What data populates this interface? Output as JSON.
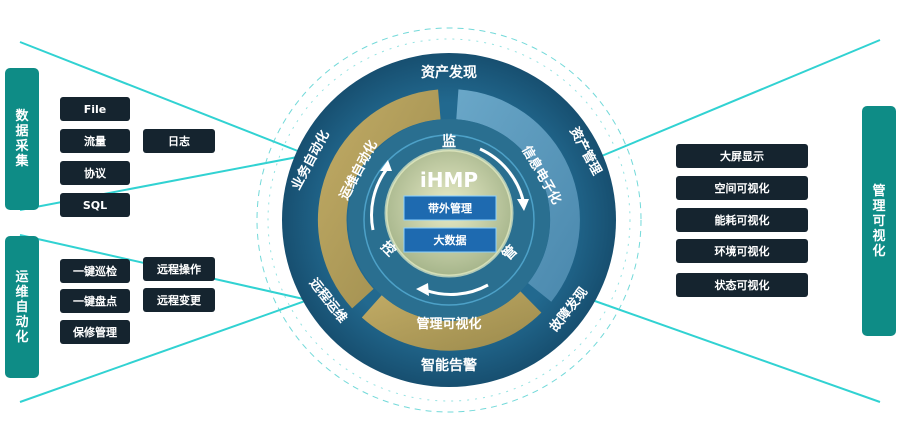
{
  "left_groups": [
    {
      "title": "数据采集",
      "items": [
        "File",
        "流量",
        "日志",
        "协议",
        "SQL"
      ]
    },
    {
      "title": "运维自动化",
      "items": [
        "一键巡检",
        "远程操作",
        "一键盘点",
        "远程变更",
        "保修管理"
      ]
    }
  ],
  "right_group": {
    "title": "管理可视化",
    "items": [
      "大屏显示",
      "空间可视化",
      "能耗可视化",
      "环境可视化",
      "状态可视化"
    ]
  },
  "wheel": {
    "outer": [
      "资产发现",
      "资产管理",
      "故障发现",
      "智能告警",
      "远程运维",
      "业务自动化"
    ],
    "middle": [
      "信息电子化",
      "管理可视化",
      "运维自动化"
    ],
    "inner": [
      "监",
      "管",
      "控"
    ],
    "center_title": "iHMP",
    "center_boxes": [
      "带外管理",
      "大数据"
    ]
  },
  "colors": {
    "teal": "#0e8c86",
    "chip": "#15242f",
    "outer_ring": "#1c5e85",
    "segment_blue": "#5a9cc0",
    "segment_gold": "#b29b53",
    "center_box": "#1e6ab0"
  },
  "icons": [
    "arrow-icon"
  ]
}
